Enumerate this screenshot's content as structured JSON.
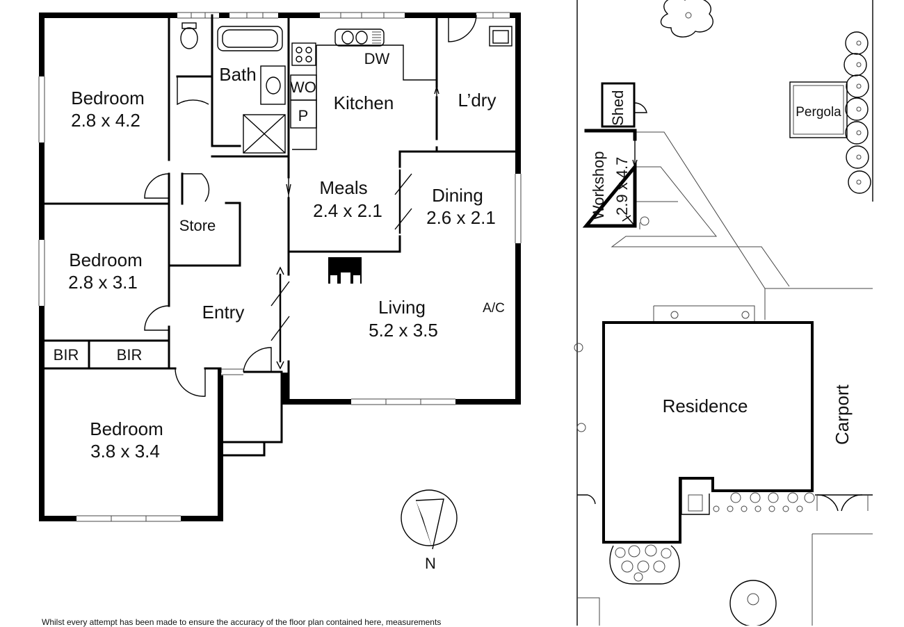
{
  "rooms": {
    "bedroom1": {
      "name": "Bedroom",
      "size": "2.8 x 4.2"
    },
    "bedroom2": {
      "name": "Bedroom",
      "size": "2.8 x 3.1"
    },
    "bedroom3": {
      "name": "Bedroom",
      "size": "3.8 x 3.4"
    },
    "bath": {
      "name": "Bath"
    },
    "wc": {
      "name": "WO"
    },
    "pantry": {
      "name": "P"
    },
    "kitchen": {
      "name": "Kitchen"
    },
    "dishwasher": {
      "name": "DW"
    },
    "laundry": {
      "name": "L’dry"
    },
    "meals": {
      "name": "Meals",
      "size": "2.4 x 2.1"
    },
    "dining": {
      "name": "Dining",
      "size": "2.6 x 2.1"
    },
    "store": {
      "name": "Store"
    },
    "entry": {
      "name": "Entry"
    },
    "living": {
      "name": "Living",
      "size": "5.2 x 3.5"
    },
    "aircon": {
      "name": "A/C"
    },
    "bir1": {
      "name": "BIR"
    },
    "bir2": {
      "name": "BIR"
    }
  },
  "site": {
    "shed": "Shed",
    "workshop": {
      "name": "Workshop",
      "size": "2.9 x 4.7"
    },
    "pergola": "Pergola",
    "residence": "Residence",
    "carport": "Carport"
  },
  "compass": {
    "label": "N"
  },
  "disclaimer": "Whilst every attempt has been made to ensure the accuracy of the floor plan contained here, measurements"
}
